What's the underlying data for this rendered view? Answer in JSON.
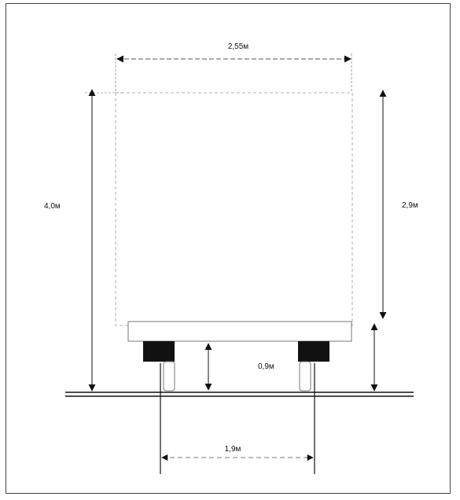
{
  "dimensions": {
    "width_label": "2,55м",
    "total_height_label": "4,0м",
    "body_height_label": "2,9м",
    "clearance_label": "0,9м",
    "track_label": "1,9м"
  },
  "colors": {
    "line": "#111111",
    "frame": "#444444",
    "body_fill": "#ffffff",
    "wheel_dark": "#111111"
  }
}
